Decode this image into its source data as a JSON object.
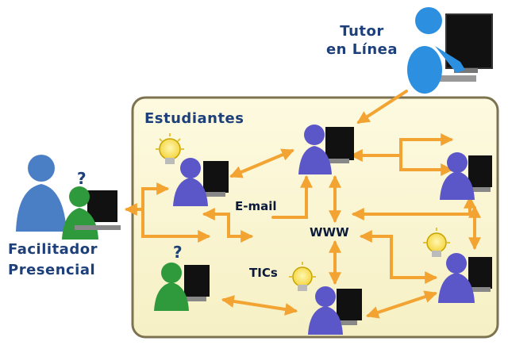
{
  "tutor_label": {
    "line1": "Tutor",
    "line2": "en Línea"
  },
  "facilitador_label": {
    "line1": "Facilitador",
    "line2": "Presencial"
  },
  "group_label": "Estudiantes",
  "nodes": {
    "email": "E-mail",
    "www": "WWW",
    "tics": "TICs"
  },
  "question_mark": "?",
  "colors": {
    "panel_fill": "#fbf7d2",
    "panel_border": "#7d7350",
    "arrow": "#f3a331",
    "student_purple": "#5b57c9",
    "tutor_blue": "#2d8fe0",
    "facilitator_blue": "#4a7fc6",
    "green": "#2f9a3c",
    "monitor": "#1a1a1a",
    "label_text": "#1d3f7a"
  }
}
